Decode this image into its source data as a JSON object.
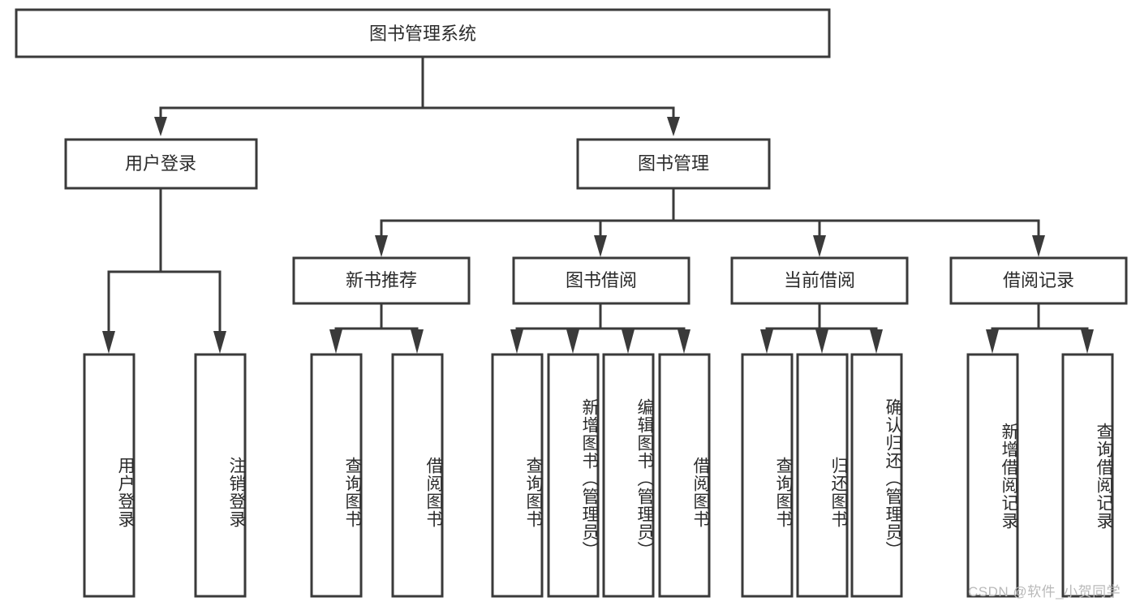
{
  "diagram": {
    "type": "tree",
    "title": "图书管理系统",
    "orientation": "top-down",
    "colors": {
      "box_stroke": "#3a3a3a",
      "box_fill": "#ffffff",
      "connector": "#3a3a3a",
      "text": "#2b2b2b",
      "watermark": "#b9b9b9",
      "background": "#ffffff"
    },
    "root": {
      "label": "图书管理系统"
    },
    "level2": [
      {
        "label": "用户登录"
      },
      {
        "label": "图书管理"
      }
    ],
    "level3": [
      {
        "label": "新书推荐"
      },
      {
        "label": "图书借阅"
      },
      {
        "label": "当前借阅"
      },
      {
        "label": "借阅记录"
      }
    ],
    "leaves": {
      "user_login": [
        {
          "label": "用户登录"
        },
        {
          "label": "注销登录"
        }
      ],
      "new_book_recommend": [
        {
          "label": "查询图书"
        },
        {
          "label": "借阅图书"
        }
      ],
      "book_borrow": [
        {
          "label": "查询图书"
        },
        {
          "label": "新增图书（管理员）"
        },
        {
          "label": "编辑图书（管理员）"
        },
        {
          "label": "借阅图书"
        }
      ],
      "current_borrow": [
        {
          "label": "查询图书"
        },
        {
          "label": "归还图书"
        },
        {
          "label": "确认归还（管理员）"
        }
      ],
      "borrow_record": [
        {
          "label": "新增借阅记录"
        },
        {
          "label": "查询借阅记录"
        }
      ]
    }
  },
  "watermark": {
    "text": "CSDN @软件_小贺同学"
  }
}
